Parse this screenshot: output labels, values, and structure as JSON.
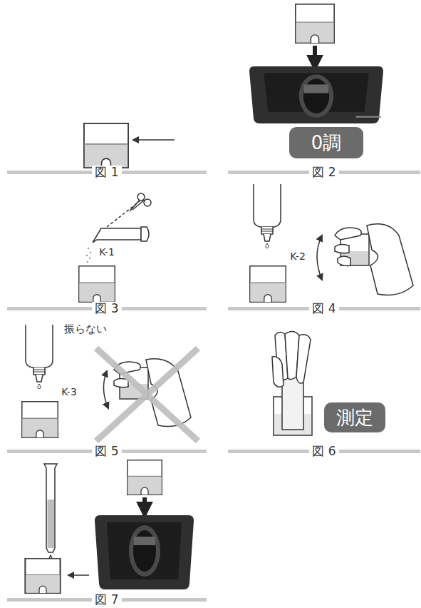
{
  "diagram": {
    "nodes": [
      {
        "text": [
          "0調"
        ]
      },
      {
        "text": [
          "測定"
        ]
      }
    ],
    "labels": [
      "図 1",
      "図 2",
      "K-1",
      "図 3",
      "K-2",
      "図 4",
      "振らない",
      "K-3",
      "図 5",
      "図 6",
      "図 7"
    ]
  }
}
